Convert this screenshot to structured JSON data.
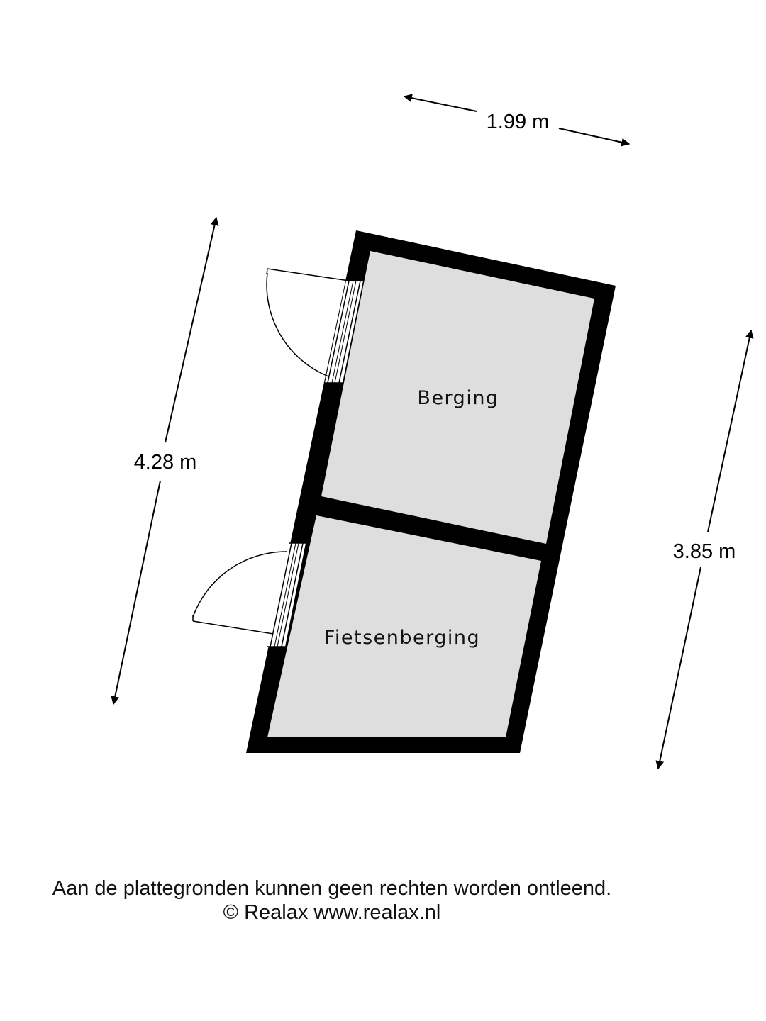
{
  "dimensions": {
    "top": "1.99 m",
    "left": "4.28 m",
    "right": "3.85 m"
  },
  "rooms": {
    "berging": "Berging",
    "fietsenberging": "Fietsenberging"
  },
  "disclaimer": {
    "line1": "Aan de plattegronden kunnen geen rechten worden ontleend.",
    "line2": "© Realax www.realax.nl"
  },
  "colors": {
    "wall": "#000000",
    "floor": "#dedede",
    "background": "#ffffff"
  }
}
